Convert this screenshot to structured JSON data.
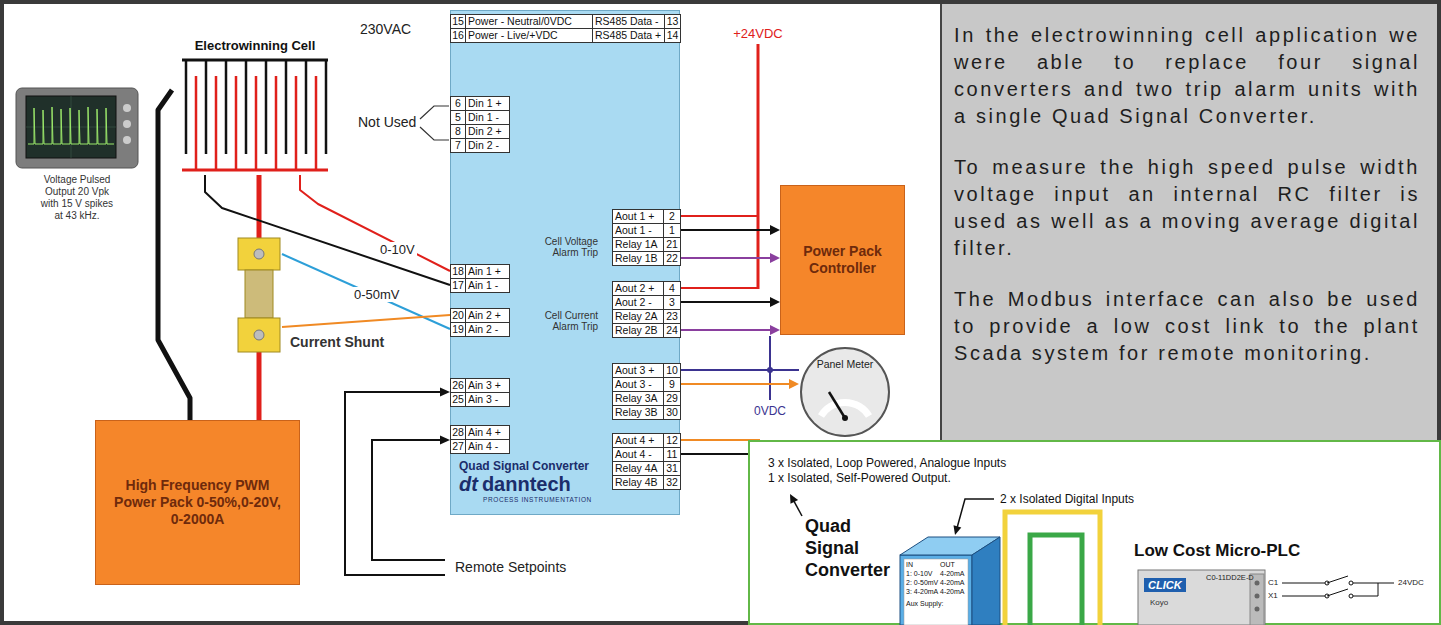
{
  "diagram": {
    "nodes": [
      {
        "text": [
          "Electrowinning Cell"
        ]
      },
      {
        "text": [
          "Voltage Pulsed Output 20 Vpk with 15 V spikes at 43 kHz."
        ]
      },
      {
        "text": [
          "Current Shunt"
        ]
      },
      {
        "text": [
          "High Frequency PWM Power Pack 0-50%,0-20V, 0-2000A"
        ]
      },
      {
        "text": [
          "Quad Signal Converter",
          "dt",
          "danntech",
          "PROCESS INSTRUMENTATION"
        ]
      },
      {
        "text": [
          "Power Pack Controller"
        ]
      },
      {
        "text": [
          "Panel Meter"
        ]
      },
      {
        "text": [
          "In the electrowinning cell application we were able to replace four signal converters and two trip alarm units with a single Quad Signal Converter.",
          "To measure the high speed pulse width voltage input an internal RC filter is used as well as a moving average digital filter.",
          "The Modbus interface can also be used to provide a low cost link to the plant Scada system for remote monitoring."
        ]
      },
      {
        "text": [
          "3 x Isolated, Loop Powered, Analogue Inputs 1 x Isolated, Self-Powered Output.",
          "2 x Isolated Digital Inputs"
        ]
      },
      {
        "text": [
          "Quad Signal Converter"
        ],
        "in": 8
      },
      {
        "text": [
          "Low Cost Micro-PLC",
          "CLICK",
          "Koyo",
          "C0-11DD2E-D"
        ],
        "in": 8
      }
    ],
    "edges": [
      {
        "from": 4,
        "to": 5,
        "arrow": "to"
      },
      {
        "from": 4,
        "to": 5,
        "arrow": "to"
      },
      {
        "from": 4,
        "to": 5,
        "arrow": "to"
      },
      {
        "from": 4,
        "to": 5,
        "arrow": "to"
      },
      {
        "from": 4,
        "to": 6,
        "arrow": "none"
      },
      {
        "from": 4,
        "to": 6,
        "arrow": "to"
      },
      {
        "from": 3,
        "to": 0,
        "arrow": "none"
      },
      {
        "from": 3,
        "to": 2,
        "arrow": "none"
      },
      {
        "from": 2,
        "to": 0,
        "arrow": "none"
      },
      {
        "from": 0,
        "to": 4,
        "label": "0-10V",
        "arrow": "none"
      },
      {
        "from": 0,
        "to": 4,
        "arrow": "none"
      },
      {
        "from": 2,
        "to": 4,
        "label": "0-50mV",
        "arrow": "none"
      },
      {
        "from": 2,
        "to": 4,
        "arrow": "none"
      }
    ],
    "labels": [
      "230VAC",
      "Not Used",
      "15",
      "Power - Neutral/0VDC",
      "RS485 Data -",
      "13",
      "16",
      "Power - Live/+VDC",
      "RS485 Data +",
      "14",
      "6",
      "Din 1 +",
      "5",
      "Din 1 -",
      "8",
      "Din 2 +",
      "7",
      "Din 2 -",
      "18",
      "Ain 1 +",
      "17",
      "Ain 1 -",
      "20",
      "Ain 2 +",
      "19",
      "Ain 2 -",
      "26",
      "Ain 3 +",
      "25",
      "Ain 3 -",
      "28",
      "Ain 4 +",
      "27",
      "Ain 4 -",
      "Aout 1 +",
      "2",
      "Aout 1 -",
      "1",
      "Relay 1A",
      "21",
      "Relay 1B",
      "22",
      "Aout 2 +",
      "4",
      "Aout 2 -",
      "3",
      "Relay 2A",
      "23",
      "Relay 2B",
      "24",
      "Aout 3 +",
      "10",
      "Aout 3 -",
      "9",
      "Relay 3A",
      "29",
      "Relay 3B",
      "30",
      "Aout 4 +",
      "12",
      "Aout 4 -",
      "11",
      "Relay 4A",
      "31",
      "Relay 4B",
      "32",
      "Cell Voltage Alarm Trip",
      "Cell Current Alarm Trip",
      "+24VDC",
      "0VDC",
      "Remote Setpoints",
      "IN",
      "OUT",
      "1: 0-10V",
      "4-20mA",
      "2: 0-50mV",
      "4-20mA",
      "3: 4-20mA",
      "4-20mA",
      "Aux Supply:",
      "24VDC",
      "C1",
      "X1"
    ]
  }
}
